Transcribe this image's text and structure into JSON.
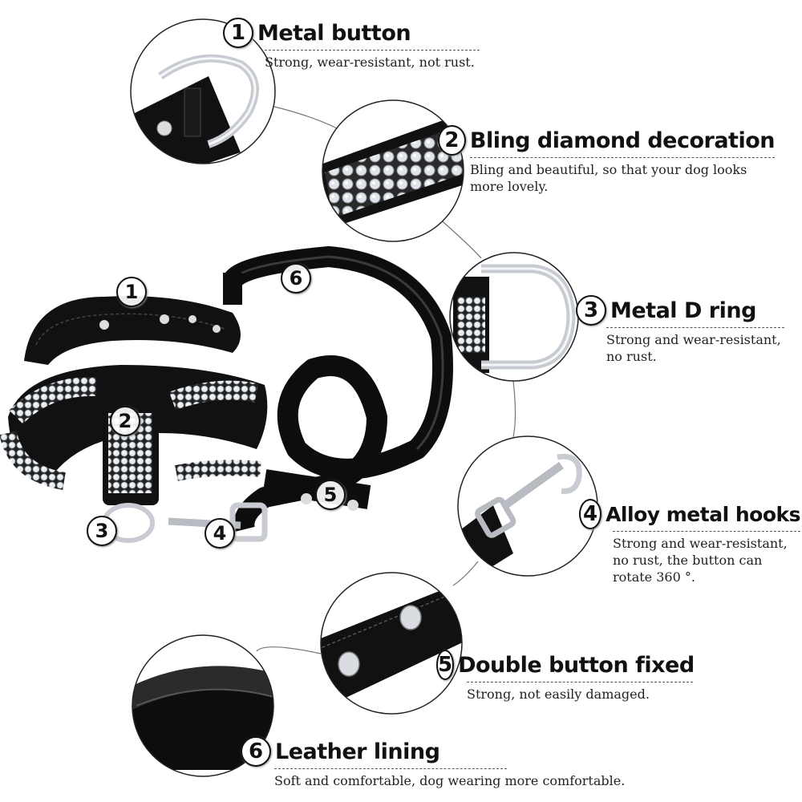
{
  "features": [
    {
      "num": "1",
      "title": "Metal button",
      "desc": "Strong, wear-resistant, not rust."
    },
    {
      "num": "2",
      "title": "Bling diamond decoration",
      "desc": "Bling and beautiful, so that your dog looks more lovely."
    },
    {
      "num": "3",
      "title": "Metal D ring",
      "desc": "Strong and wear-resistant, no rust."
    },
    {
      "num": "4",
      "title": "Alloy metal hooks",
      "desc": "Strong and wear-resistant, no rust, the button can rotate 360 °."
    },
    {
      "num": "5",
      "title": "Double button fixed",
      "desc": "Strong, not easily damaged."
    },
    {
      "num": "6",
      "title": "Leather lining",
      "desc": "Soft and comfortable, dog wearing more comfortable."
    }
  ],
  "callouts": [
    "1",
    "2",
    "3",
    "4",
    "5",
    "6"
  ],
  "colors": {
    "leather": "#111111",
    "metal": "#c8ccd2",
    "rhinestone": "#e6ebf0",
    "text": "#111111"
  }
}
